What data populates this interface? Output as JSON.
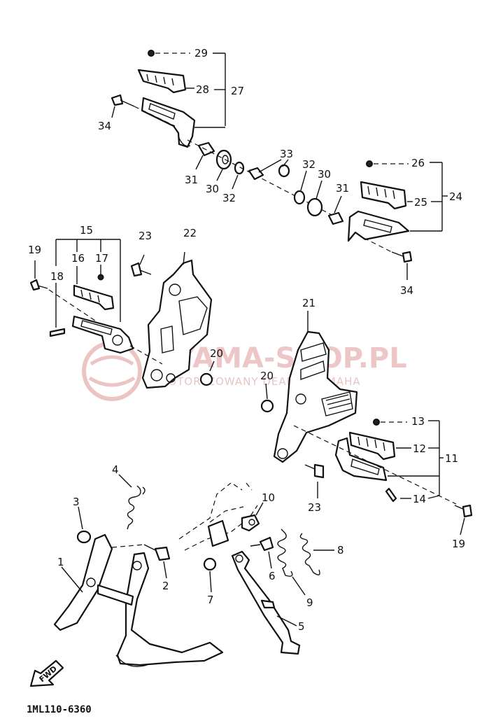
{
  "diagram_code": "1ML110-6360",
  "watermark": {
    "main": "YAMA-SHOP.PL",
    "sub": "AUTORYZOWANY DEALER YAMAHA"
  },
  "forward_marker": "FWD",
  "callouts": {
    "c1": "1",
    "c2": "2",
    "c3": "3",
    "c4": "4",
    "c5": "5",
    "c6": "6",
    "c7": "7",
    "c8": "8",
    "c9": "9",
    "c10": "10",
    "c11": "11",
    "c12": "12",
    "c13": "13",
    "c14": "14",
    "c15": "15",
    "c16": "16",
    "c17": "17",
    "c18": "18",
    "c19a": "19",
    "c19b": "19",
    "c20a": "20",
    "c20b": "20",
    "c21": "21",
    "c22": "22",
    "c23a": "23",
    "c23b": "23",
    "c24": "24",
    "c25": "25",
    "c26": "26",
    "c27": "27",
    "c28": "28",
    "c29": "29",
    "c30a": "30",
    "c30b": "30",
    "c31a": "31",
    "c31b": "31",
    "c32a": "32",
    "c32b": "32",
    "c33": "33",
    "c34a": "34",
    "c34b": "34"
  }
}
